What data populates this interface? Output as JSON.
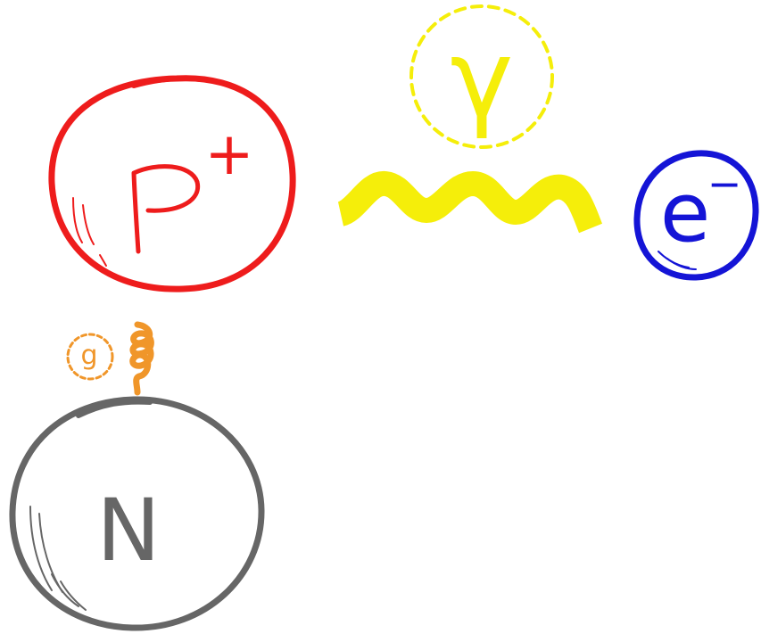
{
  "particles": {
    "proton": {
      "symbol": "P",
      "charge": "+",
      "color": "#ee1c1c"
    },
    "neutron": {
      "symbol": "N",
      "color": "#666666"
    },
    "electron": {
      "symbol": "e",
      "charge": "−",
      "color": "#1414d6"
    },
    "photon": {
      "symbol": "γ",
      "color": "#f5ee0a"
    },
    "gluon": {
      "symbol": "g",
      "color": "#f0962a"
    }
  }
}
